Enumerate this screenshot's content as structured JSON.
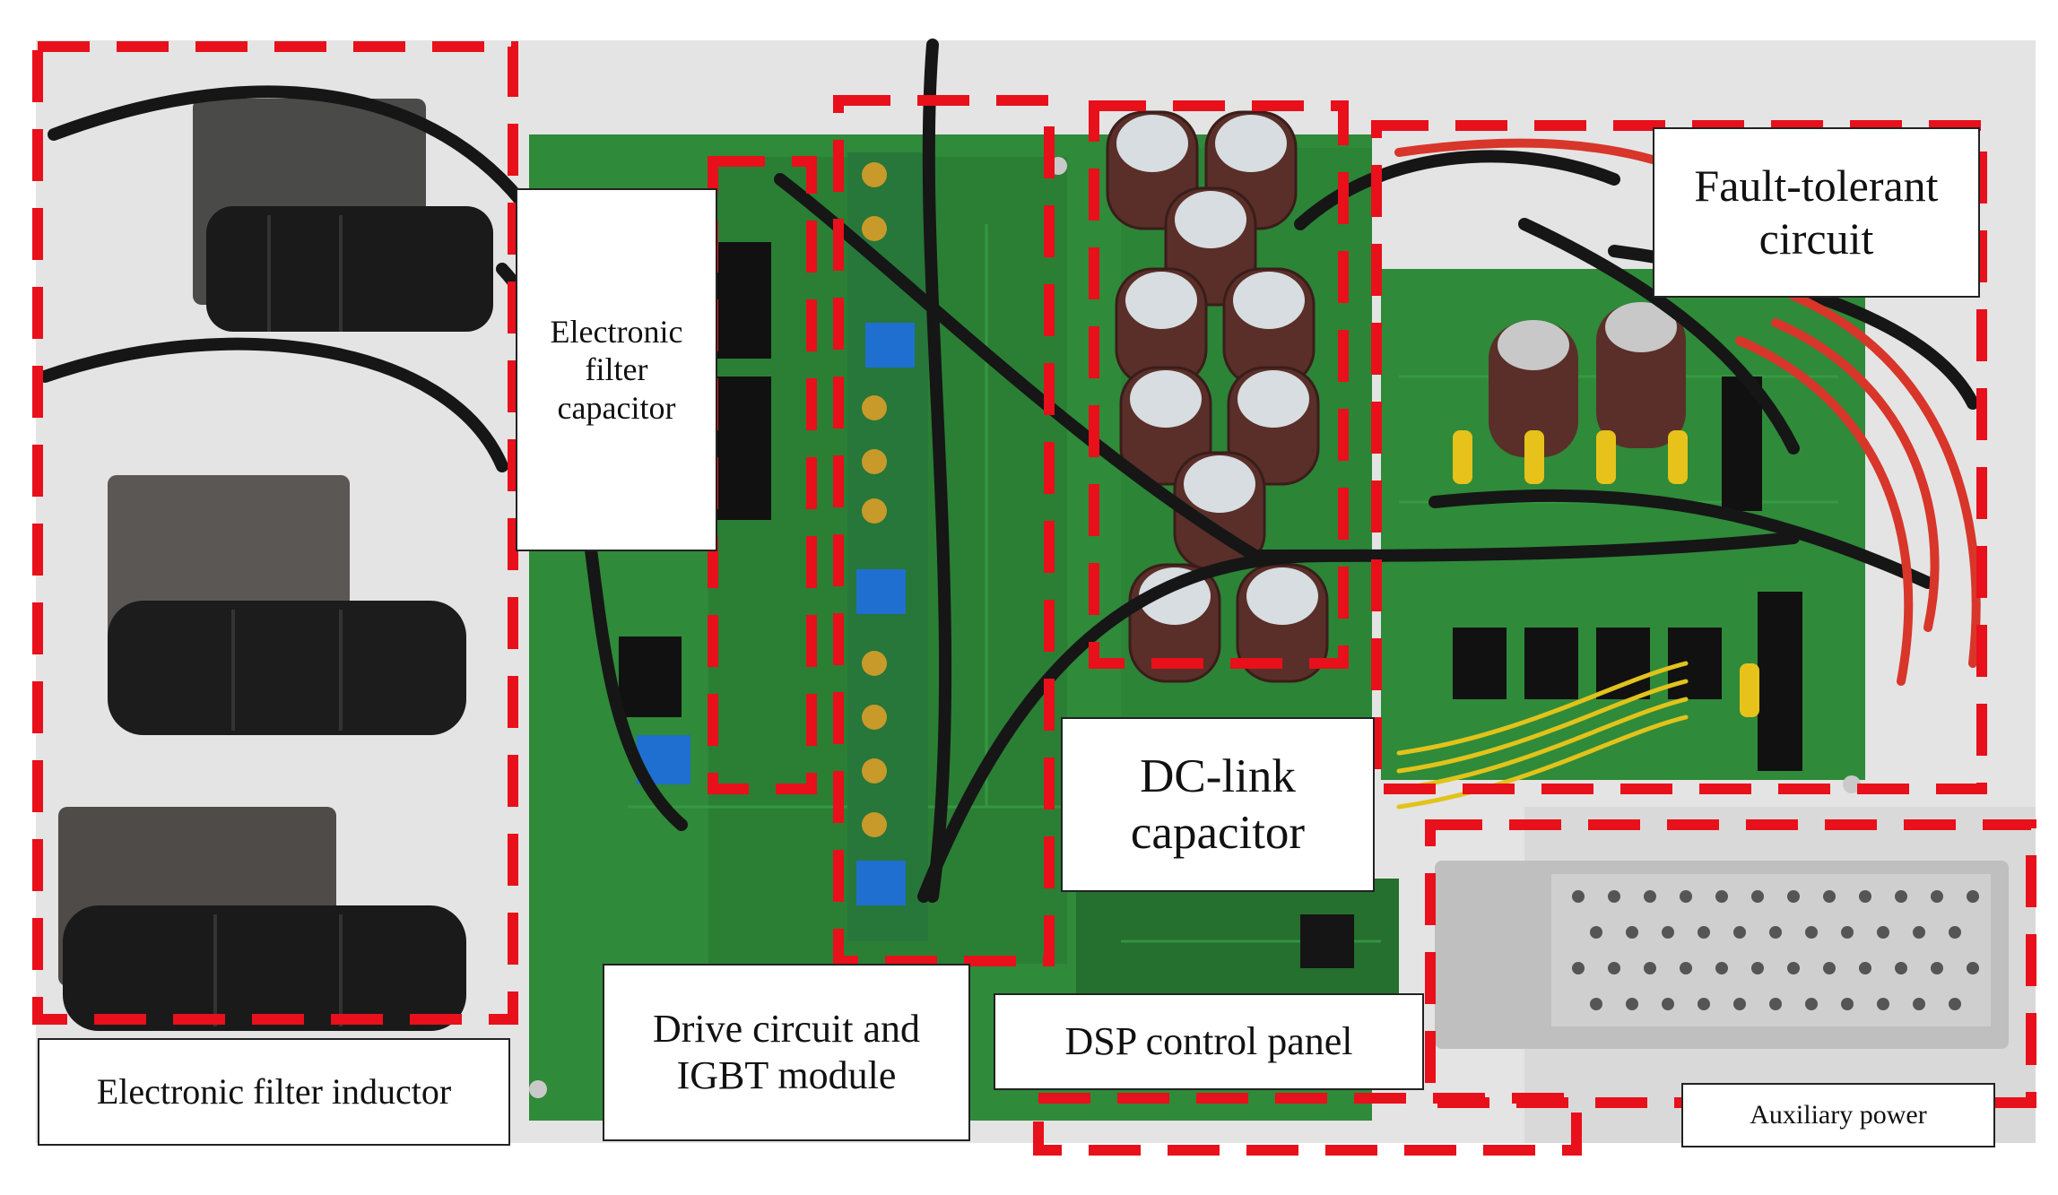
{
  "labels": {
    "filter_capacitor": "Electronic\nfilter\ncapacitor",
    "fault_tolerant": "Fault-tolerant\ncircuit",
    "dc_link": "DC-link\ncapacitor",
    "drive_circuit": "Drive circuit and\nIGBT module",
    "dsp_panel": "DSP control panel",
    "filter_inductor": "Electronic filter inductor",
    "auxiliary_power": "Auxiliary power"
  },
  "colors": {
    "pcb": "#2f8a3a",
    "pcb_dark": "#1f6b2b",
    "dashed_box": "#e8101a",
    "background_panel": "#e6e6e6",
    "capacitor_body": "#5b2f2a",
    "cable": "#161616"
  }
}
